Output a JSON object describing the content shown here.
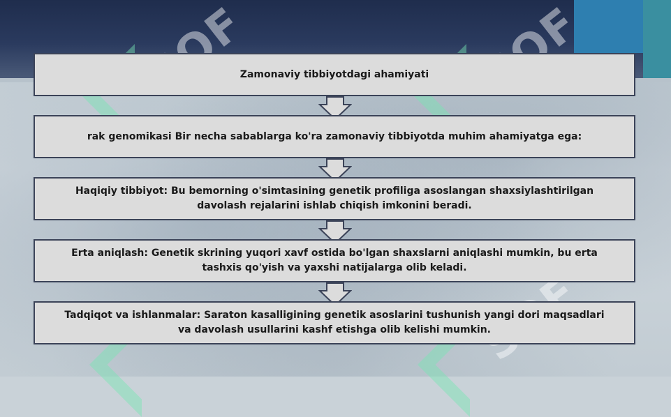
{
  "steps": [
    {
      "text": "Zamonaviy tibbiyotdagi ahamiyati"
    },
    {
      "text": "rak genomikasi Bir necha sabablarga ko'ra zamonaviy tibbiyotda muhim ahamiyatga ega:"
    },
    {
      "text": "Haqiqiy tibbiyot: Bu bemorning o'simtasining genetik profiliga asoslangan shaxsiylashtirilgan davolash rejalarini ishlab chiqish imkonini beradi."
    },
    {
      "text": "Erta aniqlash: Genetik skrining yuqori xavf ostida bo'lgan shaxslarni aniqlashi mumkin, bu erta tashxis qo'yish va yaxshi natijalarga olib keladi."
    },
    {
      "text": "Tadqiqot va ishlanmalar: Saraton kasalligining genetik asoslarini tushunish yangi dori maqsadlari va davolash usullarini kashf etishga olib kelishi mumkin."
    }
  ],
  "watermark": "SOF",
  "colors": {
    "box_fill": "#dcdcdc",
    "box_border": "#3b4358",
    "header": "#1f2d4d",
    "accent": "#2e7fb0"
  }
}
